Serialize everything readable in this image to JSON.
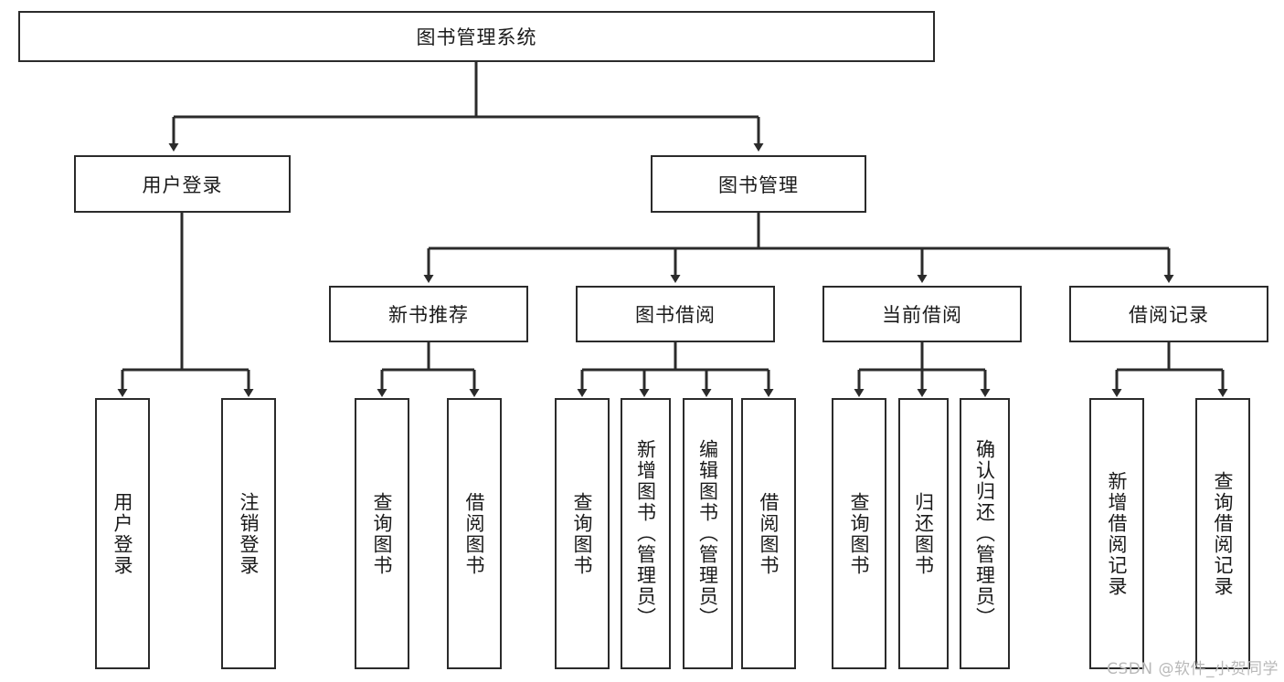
{
  "diagram": {
    "title": "图书管理系统",
    "type": "tree-hierarchy",
    "root": {
      "label": "图书管理系统"
    },
    "level2": [
      {
        "label": "用户登录"
      },
      {
        "label": "图书管理"
      }
    ],
    "level3": [
      {
        "label": "新书推荐"
      },
      {
        "label": "图书借阅"
      },
      {
        "label": "当前借阅"
      },
      {
        "label": "借阅记录"
      }
    ],
    "leaves_user_login": [
      {
        "label": "用户登录"
      },
      {
        "label": "注销登录"
      }
    ],
    "leaves_new_book": [
      {
        "label": "查询图书"
      },
      {
        "label": "借阅图书"
      }
    ],
    "leaves_borrow": [
      {
        "label": "查询图书"
      },
      {
        "label": "新增图书（管理员）"
      },
      {
        "label": "编辑图书（管理员）"
      },
      {
        "label": "借阅图书"
      }
    ],
    "leaves_current": [
      {
        "label": "查询图书"
      },
      {
        "label": "归还图书"
      },
      {
        "label": "确认归还（管理员）"
      }
    ],
    "leaves_records": [
      {
        "label": "新增借阅记录"
      },
      {
        "label": "查询借阅记录"
      }
    ]
  },
  "watermark": {
    "text": "CSDN @软件_小贺同学"
  },
  "colors": {
    "stroke": "#2b2b2b",
    "background": "#ffffff",
    "text": "#1a1a1a",
    "watermark": "#b9b9b9"
  }
}
